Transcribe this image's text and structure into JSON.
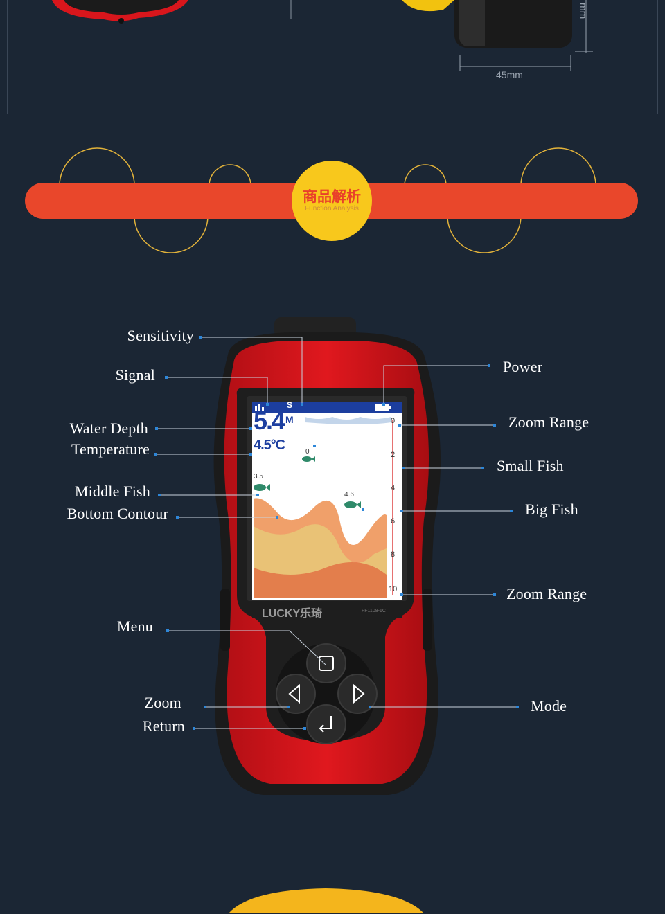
{
  "dimensions": {
    "width_label": "45mm",
    "height_label": "mm"
  },
  "banner": {
    "title": "商品解析",
    "subtitle": "Function Analysis"
  },
  "device": {
    "brand": "LUCKY乐琦",
    "model": "FF1108-1C",
    "depth": "5.4",
    "depth_unit": "M",
    "temperature": "4.5°C",
    "sensitivity_mark": "S",
    "scale_ticks": [
      "0",
      "2",
      "4",
      "6",
      "8",
      "10"
    ],
    "fish_labels": {
      "small": "0",
      "middle": "3.5",
      "big": "4.6"
    }
  },
  "labels": {
    "left": {
      "sensitivity": "Sensitivity",
      "signal": "Signal",
      "water_depth": "Water Depth",
      "temperature": "Temperature",
      "middle_fish": "Middle Fish",
      "bottom_contour": "Bottom Contour",
      "menu": "Menu",
      "zoom": "Zoom",
      "return": "Return"
    },
    "right": {
      "power": "Power",
      "zoom_range_top": "Zoom Range",
      "small_fish": "Small Fish",
      "big_fish": "Big Fish",
      "zoom_range_bottom": "Zoom Range",
      "mode": "Mode"
    }
  },
  "colors": {
    "background": "#1b2634",
    "banner_bar": "#e9472b",
    "banner_circle": "#f8c81c",
    "device_red": "#d8161c",
    "device_black": "#1b1b1b",
    "leader_line": "#c9d3de",
    "leader_dot": "#2d86d8"
  }
}
